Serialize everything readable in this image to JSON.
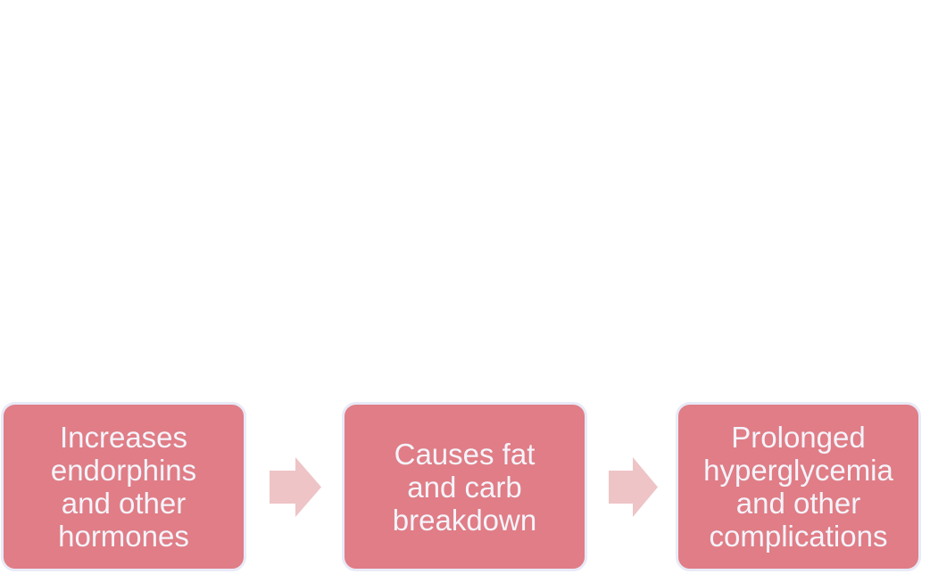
{
  "diagram": {
    "steps": [
      {
        "label": "Increases\nendorphins\nand other\nhormones"
      },
      {
        "label": "Causes fat\nand carb\nbreakdown"
      },
      {
        "label": "Prolonged\nhyperglycemia\nand other\ncomplications"
      }
    ],
    "colors": {
      "box_fill": "#e07d86",
      "box_border": "#e8eaf7",
      "box_text": "#f4f4fb",
      "arrow_fill": "#eec4c6"
    }
  }
}
